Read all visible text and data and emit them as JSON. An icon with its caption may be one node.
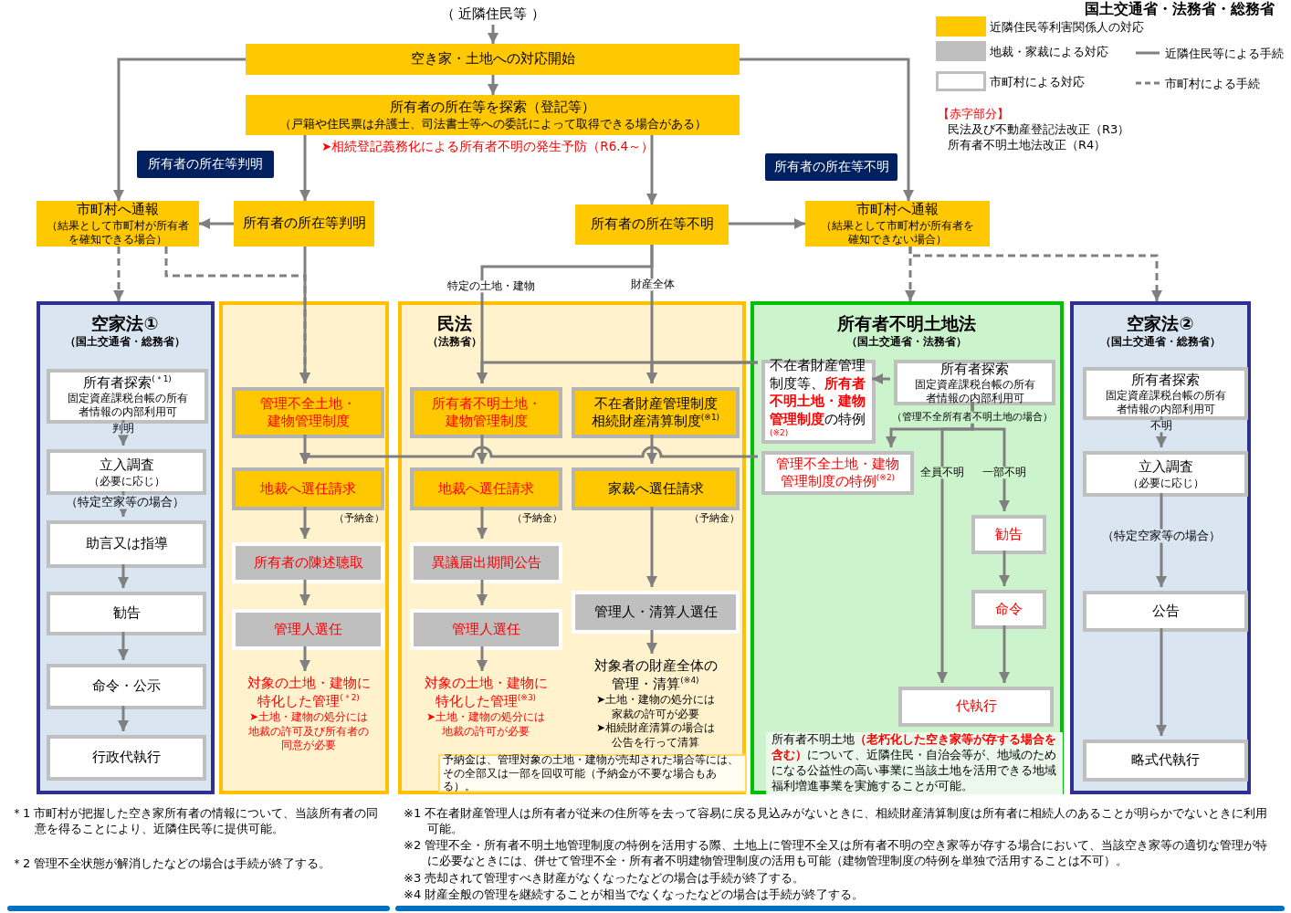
{
  "diagram": {
    "title": "国土交通省・法務省・総務省",
    "nodes": [
      {
        "text": [
          "（ 近隣住民等 ）"
        ]
      },
      {
        "text": [
          "空き家・土地への対応開始"
        ]
      },
      {
        "text": [
          "所有者の所在等を探索（登記等）",
          "（戸籍や住民票は弁護士、司法書士等への委託によって取得できる場合がある）"
        ],
        "beside": [
          "➤相続登記義務化による所有者不明の発生予防（R6.4～）"
        ]
      },
      {
        "text": [
          "所有者の所在等判明"
        ]
      },
      {
        "text": [
          "所有者の所在等不明"
        ]
      },
      {
        "text": [
          "市町村へ通報",
          "（結果として市町村が所有者を確知できる場合）"
        ],
        "in": 3
      },
      {
        "text": [
          "所有者の所在等判明"
        ],
        "in": 3
      },
      {
        "text": [
          "所有者の所在等不明"
        ],
        "in": 4
      },
      {
        "text": [
          "市町村へ通報",
          "（結果として市町村が所有者を確知できない場合）"
        ],
        "in": 4
      },
      {
        "text": [
          "空家法①",
          "（国土交通省・総務省）"
        ],
        "in": 3
      },
      {
        "text": [
          "所有者探索$^{(＊1)}$",
          "固定資産課税台帳の所有者情報の内部利用可"
        ],
        "in": 9
      },
      {
        "text": [
          "立入調査",
          "（必要に応じ）"
        ],
        "in": 9
      },
      {
        "text": [
          "助言又は指導"
        ],
        "in": 9
      },
      {
        "text": [
          "勧告"
        ],
        "in": 9
      },
      {
        "text": [
          "命令・公示"
        ],
        "in": 9
      },
      {
        "text": [
          "行政代執行"
        ],
        "in": 9
      },
      {
        "text": [],
        "shape": "box",
        "in": 3
      },
      {
        "text": [
          "管理不全土地・建物管理制度"
        ],
        "in": 16
      },
      {
        "text": [
          "地裁へ選任請求"
        ],
        "in": 16,
        "beside": [
          "（予納金）"
        ]
      },
      {
        "text": [
          "所有者の陳述聴取"
        ],
        "in": 16
      },
      {
        "text": [
          "管理人選任"
        ],
        "in": 16
      },
      {
        "text": [
          "対象の土地・建物に特化した管理$^{(＊2)}$",
          "➤土地・建物の処分には地裁の許可及び所有者の同意が必要"
        ],
        "in": 16
      },
      {
        "text": [
          "民法",
          "（法務省）"
        ],
        "in": 4
      },
      {
        "text": [
          "所有者不明土地・建物管理制度"
        ],
        "in": 22
      },
      {
        "text": [
          "不在者財産管理制度相続財産清算制度$^{(※1)}$"
        ],
        "in": 22
      },
      {
        "text": [
          "地裁へ選任請求"
        ],
        "in": 22,
        "beside": [
          "（予納金）"
        ]
      },
      {
        "text": [
          "家裁へ選任請求"
        ],
        "in": 22,
        "beside": [
          "（予納金）"
        ]
      },
      {
        "text": [
          "異議届出期間公告"
        ],
        "in": 22
      },
      {
        "text": [
          "管理人選任"
        ],
        "in": 22
      },
      {
        "text": [
          "管理人・清算人選任"
        ],
        "in": 22
      },
      {
        "text": [
          "対象の土地・建物に特化した管理$^{(※3)}$",
          "➤土地・建物の処分には地裁の許可が必要"
        ],
        "in": 22
      },
      {
        "text": [
          "対象者の財産全体の管理・清算$^{(※4)}$",
          "➤土地・建物の処分には家裁の許可が必要",
          "➤相続財産清算の場合は公告を行って清算"
        ],
        "in": 22
      },
      {
        "text": [
          "予納金は、管理対象の土地・建物が売却された場合等には、その全部又は一部を回収可能（予納金が不要な場合もある）。"
        ],
        "in": 22
      },
      {
        "text": [
          "所有者不明土地法",
          "（国土交通省・法務省）"
        ],
        "in": 4
      },
      {
        "text": [
          "不在者財産管理制度等、**所有者不明土地・建物管理制度**の特例$^{(※2)}$"
        ],
        "in": 33
      },
      {
        "text": [
          "所有者探索",
          "固定資産課税台帳の所有者情報の内部利用可"
        ],
        "in": 33
      },
      {
        "text": [
          "管理不全土地・建物管理制度の特例$^{(※2)}$"
        ],
        "in": 33
      },
      {
        "text": [
          "勧告"
        ],
        "in": 33
      },
      {
        "text": [
          "命令"
        ],
        "in": 33
      },
      {
        "text": [
          "代執行"
        ],
        "in": 33
      },
      {
        "text": [
          "所有者不明土地**（老朽化した空き家等が存する場合を含む）**について、近隣住民・自治会等が、地域のためになる公益性の高い事業に当該土地を活用できる地域福利増進事業を実施することが可能。"
        ],
        "in": 33
      },
      {
        "text": [
          "空家法②",
          "（国土交通省・総務省）"
        ],
        "in": 4
      },
      {
        "text": [
          "所有者探索",
          "固定資産課税台帳の所有者情報の内部利用可"
        ],
        "in": 41
      },
      {
        "text": [
          "立入調査",
          "（必要に応じ）"
        ],
        "in": 41
      },
      {
        "text": [
          "公告"
        ],
        "in": 41
      },
      {
        "text": [
          "略式代執行"
        ],
        "in": 41
      }
    ],
    "edges": [
      {
        "from": 0,
        "to": 1,
        "arrow": "to"
      },
      {
        "from": 1,
        "to": 2,
        "arrow": "to"
      },
      {
        "from": 1,
        "to": 5,
        "arrow": "to"
      },
      {
        "from": 1,
        "to": 8,
        "arrow": "to"
      },
      {
        "from": 2,
        "to": 6,
        "arrow": "to"
      },
      {
        "from": 2,
        "to": 7,
        "arrow": "to"
      },
      {
        "from": 6,
        "to": 5,
        "arrow": "to"
      },
      {
        "from": 7,
        "to": 8,
        "arrow": "to"
      },
      {
        "from": 5,
        "to": 9,
        "arrow": "to",
        "style": "dashed"
      },
      {
        "from": 5,
        "to": 17,
        "arrow": "to",
        "style": "dashed"
      },
      {
        "from": 6,
        "to": 17,
        "arrow": "to"
      },
      {
        "from": 7,
        "to": 23,
        "arrow": "to",
        "label": "特定の土地・建物"
      },
      {
        "from": 7,
        "to": 24,
        "arrow": "to",
        "label": "財産全体"
      },
      {
        "from": 8,
        "to": 33,
        "arrow": "to",
        "style": "dashed"
      },
      {
        "from": 8,
        "to": 41,
        "arrow": "to",
        "style": "dashed"
      },
      {
        "from": 10,
        "to": 11,
        "arrow": "to",
        "label": "判明"
      },
      {
        "from": 11,
        "to": 12,
        "arrow": "to",
        "label": "（特定空家等の場合）"
      },
      {
        "from": 12,
        "to": 13,
        "arrow": "to"
      },
      {
        "from": 13,
        "to": 14,
        "arrow": "to"
      },
      {
        "from": 14,
        "to": 15,
        "arrow": "to"
      },
      {
        "from": 17,
        "to": 18,
        "arrow": "to"
      },
      {
        "from": 18,
        "to": 19,
        "arrow": "to"
      },
      {
        "from": 19,
        "to": 20,
        "arrow": "to"
      },
      {
        "from": 20,
        "to": 21,
        "arrow": "to"
      },
      {
        "from": 23,
        "to": 25,
        "arrow": "to"
      },
      {
        "from": 25,
        "to": 27,
        "arrow": "to"
      },
      {
        "from": 27,
        "to": 28,
        "arrow": "to"
      },
      {
        "from": 28,
        "to": 30,
        "arrow": "to"
      },
      {
        "from": 24,
        "to": 26,
        "arrow": "to"
      },
      {
        "from": 26,
        "to": 29,
        "arrow": "to"
      },
      {
        "from": 29,
        "to": 31,
        "arrow": "to"
      },
      {
        "from": 35,
        "to": 34,
        "arrow": "to"
      },
      {
        "from": 34,
        "to": 23,
        "arrow": "to"
      },
      {
        "from": 34,
        "to": 24,
        "arrow": "to"
      },
      {
        "from": 36,
        "to": 18,
        "arrow": "to"
      },
      {
        "from": 35,
        "to": 36,
        "arrow": "to",
        "label": "（管理不全所有者不明土地の場合）"
      },
      {
        "from": 35,
        "to": 39,
        "arrow": "to",
        "label": "全員不明"
      },
      {
        "from": 35,
        "to": 37,
        "arrow": "to",
        "label": "一部不明"
      },
      {
        "from": 37,
        "to": 38,
        "arrow": "to"
      },
      {
        "from": 38,
        "to": 39,
        "arrow": "to"
      },
      {
        "from": 42,
        "to": 43,
        "arrow": "to",
        "label": "不明"
      },
      {
        "from": 43,
        "to": 44,
        "arrow": "to",
        "label": "（特定空家等の場合）"
      },
      {
        "from": 44,
        "to": 45,
        "arrow": "to"
      }
    ],
    "labels": [
      "【赤字部分】",
      "民法及び不動産登記法改正（R3）",
      "所有者不明土地法改正（R4）",
      "＊1 市町村が把握した空き家所有者の情報について、当該所有者の同意を得ることにより、近隣住民等に提供可能。",
      "＊2 管理不全状態が解消したなどの場合は手続が終了する。",
      "※1 不在者財産管理人は所有者が従来の住所等を去って容易に戻る見込みがないときに、相続財産清算制度は所有者に相続人のあることが明らかでないときに利用可能。",
      "※2 管理不全・所有者不明土地管理制度の特例を活用する際、土地上に管理不全又は所有者不明の空き家等が存する場合において、当該空き家等の適切な管理が特に必要なときには、併せて管理不全・所有者不明建物管理制度の活用も可能（建物管理制度の特例を単独で活用することは不可）。",
      "※3 売却されて管理すべき財産がなくなったなどの場合は手続が終了する。",
      "※4 財産全般の管理を継続することが相当でなくなったなどの場合は手続が終了する。"
    ],
    "legend": [
      {
        "text": "近隣住民等利害関係人の対応",
        "color": "#ffc800"
      },
      {
        "text": "地裁・家裁による対応",
        "color": "#bfbfbf"
      },
      {
        "text": "市町村による対応"
      },
      {
        "text": "近隣住民等による手続"
      },
      {
        "text": "市町村による手続"
      }
    ]
  }
}
